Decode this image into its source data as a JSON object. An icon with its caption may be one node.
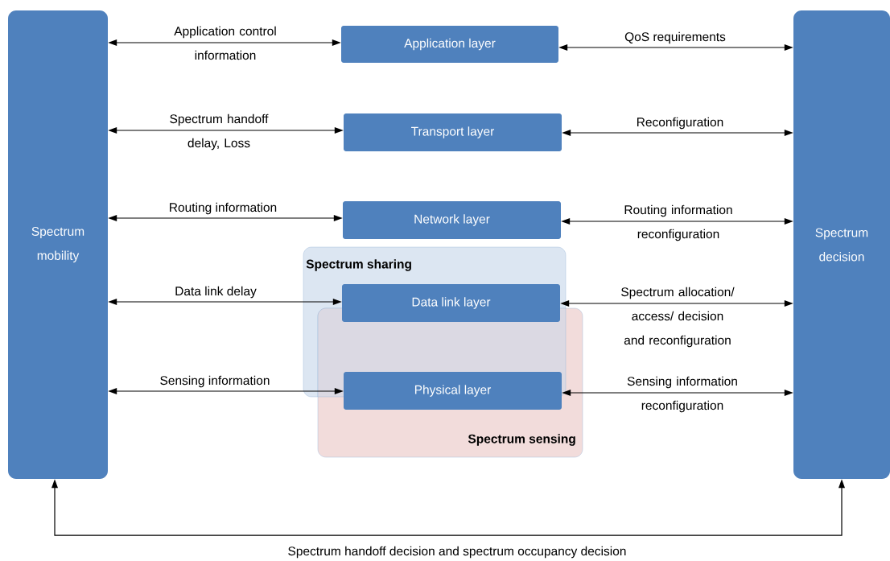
{
  "diagram": {
    "nodes": [
      {
        "text": [
          "Spectrum mobility"
        ]
      },
      {
        "text": [
          "Spectrum decision"
        ]
      },
      {
        "text": [
          "Application layer"
        ]
      },
      {
        "text": [
          "Transport layer"
        ]
      },
      {
        "text": [
          "Network layer"
        ]
      },
      {
        "text": [
          "Spectrum sharing"
        ]
      },
      {
        "text": [
          "Spectrum sensing"
        ]
      },
      {
        "text": [
          "Data link layer"
        ],
        "in": 5
      },
      {
        "text": [
          "Physical layer"
        ],
        "in": 6
      }
    ],
    "edges": [
      {
        "from": 0,
        "to": 2,
        "arrow": "both",
        "label": "Application control information"
      },
      {
        "from": 2,
        "to": 1,
        "arrow": "both",
        "label": "QoS requirements"
      },
      {
        "from": 0,
        "to": 3,
        "arrow": "both",
        "label": "Spectrum handoff delay, Loss"
      },
      {
        "from": 3,
        "to": 1,
        "arrow": "both",
        "label": "Reconfiguration"
      },
      {
        "from": 0,
        "to": 4,
        "arrow": "both",
        "label": "Routing information"
      },
      {
        "from": 4,
        "to": 1,
        "arrow": "both",
        "label": "Routing information reconfiguration"
      },
      {
        "from": 0,
        "to": 7,
        "arrow": "both",
        "label": "Data link delay"
      },
      {
        "from": 7,
        "to": 1,
        "arrow": "both",
        "label": "Spectrum allocation/ access/ decision and reconfiguration"
      },
      {
        "from": 0,
        "to": 8,
        "arrow": "both",
        "label": "Sensing information"
      },
      {
        "from": 8,
        "to": 1,
        "arrow": "both",
        "label": "Sensing information reconfiguration"
      },
      {
        "from": 0,
        "to": 1,
        "arrow": "both",
        "label": "Spectrum handoff decision and spectrum occupancy decision"
      }
    ]
  }
}
